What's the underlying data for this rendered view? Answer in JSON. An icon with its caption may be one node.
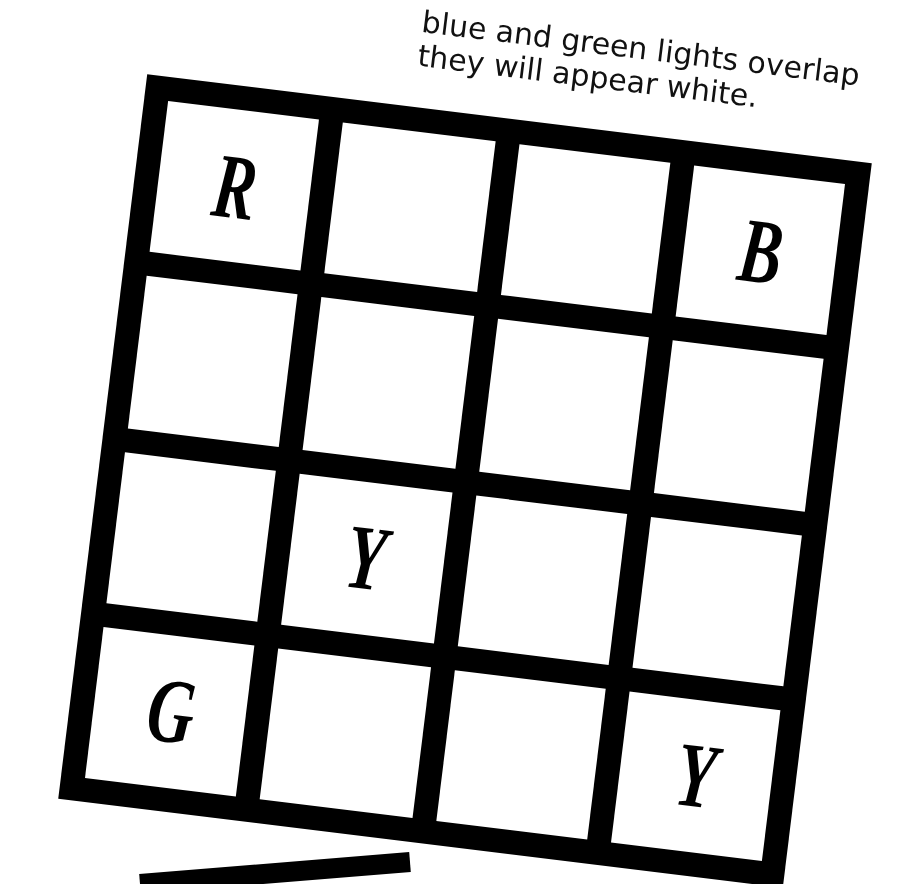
{
  "diagram": {
    "nodes": [
      {
        "text": [
          "R"
        ]
      },
      {
        "text": [],
        "shape": "box"
      },
      {
        "text": [],
        "shape": "box"
      },
      {
        "text": [
          "B"
        ]
      },
      {
        "text": [],
        "shape": "box"
      },
      {
        "text": [],
        "shape": "box"
      },
      {
        "text": [],
        "shape": "box"
      },
      {
        "text": [],
        "shape": "box"
      },
      {
        "text": [],
        "shape": "box"
      },
      {
        "text": [
          "Y"
        ]
      },
      {
        "text": [],
        "shape": "box"
      },
      {
        "text": [],
        "shape": "box"
      },
      {
        "text": [
          "G"
        ]
      },
      {
        "text": [],
        "shape": "box"
      },
      {
        "text": [],
        "shape": "box"
      },
      {
        "text": [
          "Y"
        ]
      }
    ],
    "labels": [
      "blue and green lights overlap they will appear white."
    ]
  }
}
